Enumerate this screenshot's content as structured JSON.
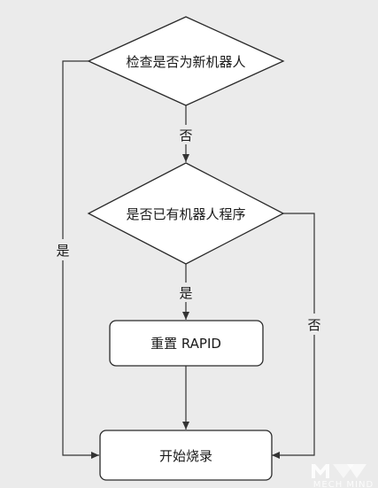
{
  "nodes": {
    "check_new_robot": "检查是否为新机器人",
    "has_program": "是否已有机器人程序",
    "reset_rapid": "重置 RAPID",
    "start_burn": "开始烧录"
  },
  "edges": {
    "check_to_has_program": "否",
    "check_to_start_burn": "是",
    "has_program_to_reset": "是",
    "has_program_to_start_burn": "否"
  },
  "watermark": "MECH MIND",
  "colors": {
    "background": "#ebebeb",
    "node_fill": "#ffffff",
    "stroke": "#2a2a2a"
  }
}
